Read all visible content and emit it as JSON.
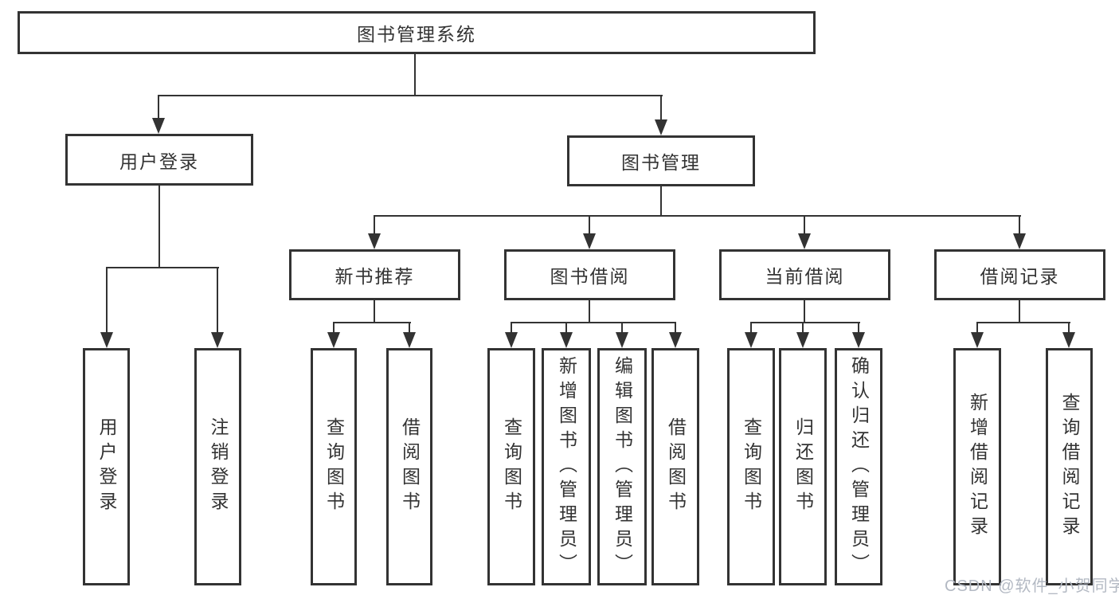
{
  "diagram_title": "图书管理系统",
  "nodes": {
    "root": "图书管理系统",
    "level2": {
      "user_login": "用户登录",
      "book_management": "图书管理"
    },
    "level3": {
      "new_book_recommend": "新书推荐",
      "book_borrowing": "图书借阅",
      "current_borrowing": "当前借阅",
      "borrowing_records": "借阅记录"
    },
    "leaves": {
      "user_login": "用户登录",
      "logout": "注销登录",
      "recommend_query_books": "查询图书",
      "recommend_borrow_books": "借阅图书",
      "borrowing_query_books": "查询图书",
      "borrowing_add_books": "新增图书（管理员）",
      "borrowing_edit_books": "编辑图书（管理员）",
      "borrowing_borrow_books": "借阅图书",
      "current_query_books": "查询图书",
      "current_return_books": "归还图书",
      "current_confirm_return": "确认归还（管理员）",
      "records_add_record": "新增借阅记录",
      "records_query_record": "查询借阅记录"
    }
  },
  "hierarchy": {
    "图书管理系统": {
      "用户登录": [
        "用户登录",
        "注销登录"
      ],
      "图书管理": {
        "新书推荐": [
          "查询图书",
          "借阅图书"
        ],
        "图书借阅": [
          "查询图书",
          "新增图书（管理员）",
          "编辑图书（管理员）",
          "借阅图书"
        ],
        "当前借阅": [
          "查询图书",
          "归还图书",
          "确认归还（管理员）"
        ],
        "借阅记录": [
          "新增借阅记录",
          "查询借阅记录"
        ]
      }
    }
  },
  "watermark": "CSDN @软件_小贺同学",
  "colors": {
    "line": "#333333",
    "box_border": "#333333",
    "text": "#333333",
    "background": "#ffffff",
    "watermark": "#b3b9c3"
  }
}
